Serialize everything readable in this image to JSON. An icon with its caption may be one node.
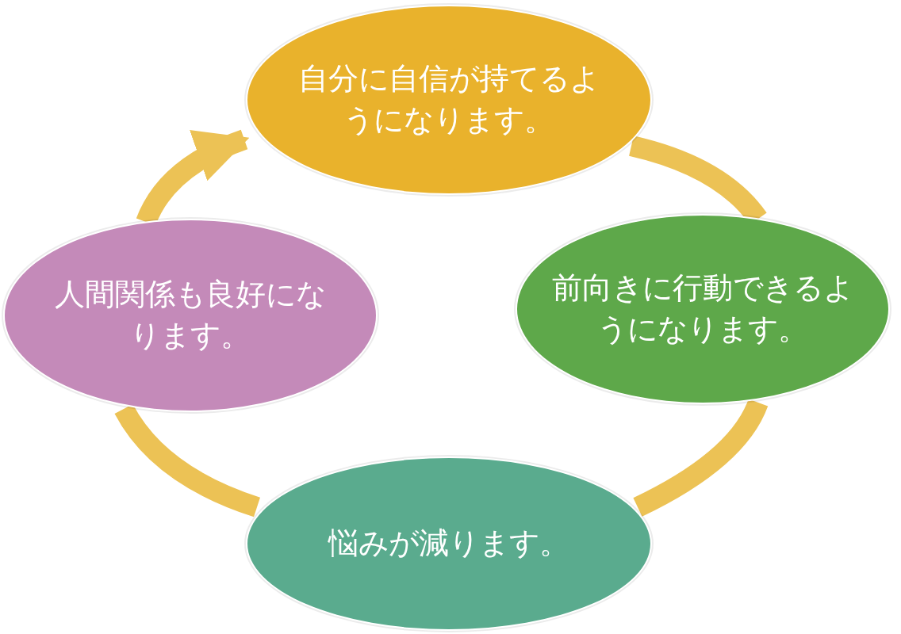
{
  "diagram": {
    "nodes": [
      {
        "text": [
          "自分に自信が持てるようになります。"
        ]
      },
      {
        "text": [
          "前向きに行動できるようになります。"
        ]
      },
      {
        "text": [
          "悩みが減ります。"
        ]
      },
      {
        "text": [
          "人間関係も良好になります。"
        ]
      }
    ],
    "edges": [
      {
        "from": 0,
        "to": 1,
        "arrow": "none"
      },
      {
        "from": 1,
        "to": 2,
        "arrow": "none"
      },
      {
        "from": 2,
        "to": 3,
        "arrow": "none"
      },
      {
        "from": 3,
        "to": 0,
        "arrow": "to"
      }
    ]
  }
}
